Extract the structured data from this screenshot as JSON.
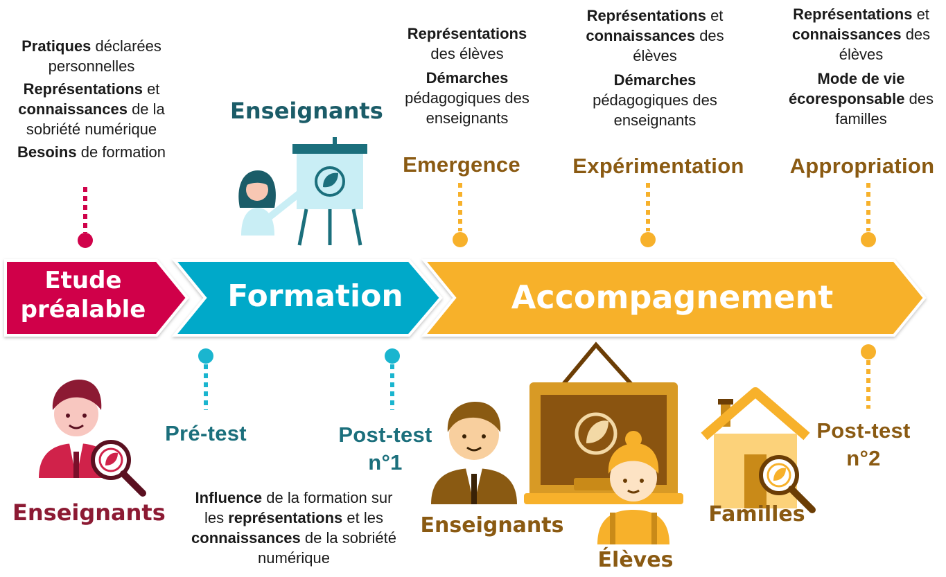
{
  "stages": {
    "etude": {
      "line1": "Etude",
      "line2": "préalable"
    },
    "formation": "Formation",
    "accompagnement": "Accompagnement"
  },
  "top_left_block": {
    "l1": {
      "bold": "Pratiques",
      "rest": " déclarées"
    },
    "l2": "personnelles",
    "l3": {
      "bold": "Représentations",
      "rest": " et"
    },
    "l4": {
      "bold": "connaissances",
      "rest": " de la"
    },
    "l5": "sobriété numérique",
    "l6": {
      "bold": "Besoins",
      "rest": " de formation"
    }
  },
  "formation_enseignants": "Enseignants",
  "emergence": {
    "phase": "Emergence",
    "l1": "Représentations",
    "l2": "des élèves",
    "l3": "Démarches",
    "l4": "pédagogiques des",
    "l5": "enseignants"
  },
  "experimentation": {
    "phase": "Expérimentation",
    "l1": {
      "bold": "Représentations",
      "rest": " et"
    },
    "l2": {
      "bold": "connaissances",
      "rest": " des"
    },
    "l3": "élèves",
    "l4": "Démarches",
    "l5": "pédagogiques des",
    "l6": "enseignants"
  },
  "appropriation": {
    "phase": "Appropriation",
    "l1": {
      "bold": "Représentations",
      "rest": " et"
    },
    "l2": {
      "bold": "connaissances",
      "rest": " des"
    },
    "l3": "élèves",
    "l4": "Mode de vie",
    "l5": {
      "bold": "écoresponsable",
      "rest": " des"
    },
    "l6": "familles"
  },
  "bottom": {
    "etude_label": "Enseignants",
    "pretest": "Pré-test",
    "posttest1": {
      "l1": "Post-test",
      "l2": "n°1"
    },
    "posttest2": {
      "l1": "Post-test",
      "l2": "n°2"
    },
    "influence": {
      "l1": {
        "bold": "Influence",
        "rest": " de la formation sur"
      },
      "l2": {
        "pre": "les ",
        "bold": "représentations",
        "rest": " et les"
      },
      "l3": {
        "bold": "connaissances",
        "rest": " de la sobriété"
      },
      "l4": "numérique"
    },
    "accomp_enseignants": "Enseignants",
    "eleves": "Élèves",
    "familles": "Familles"
  },
  "colors": {
    "etude": "#d0024a",
    "formation": "#00a9c9",
    "accompagnement": "#f7b12b",
    "phase_text": "#8a5a12",
    "teal_text": "#1b6f7c",
    "dark_brown": "#6b3d05"
  },
  "icons": [
    "teacher-whiteboard-icon",
    "teacher-magnifier-icon",
    "teacher-man-icon",
    "chalkboard-leaf-icon",
    "student-girl-icon",
    "house-magnifier-icon"
  ]
}
